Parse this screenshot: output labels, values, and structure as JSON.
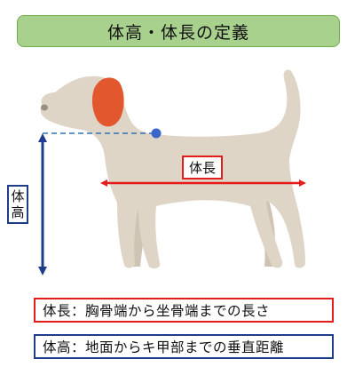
{
  "title": "体高・体長の定義",
  "labels": {
    "body_length": "体長",
    "body_height_chars": [
      "体",
      "高"
    ]
  },
  "definitions": {
    "body_length": "体長：胸骨端から坐骨端までの長さ",
    "body_height": "体高：地面からキ甲部までの垂直距離"
  },
  "colors": {
    "banner_fill": "#a9d18e",
    "length_red": "#e31c1c",
    "height_blue": "#1f3c8c",
    "dog_body": "#ded5c7",
    "dog_ear": "#e2572e"
  },
  "icons": [
    "dog-silhouette",
    "double-arrow-horizontal",
    "double-arrow-vertical",
    "withers-point"
  ]
}
